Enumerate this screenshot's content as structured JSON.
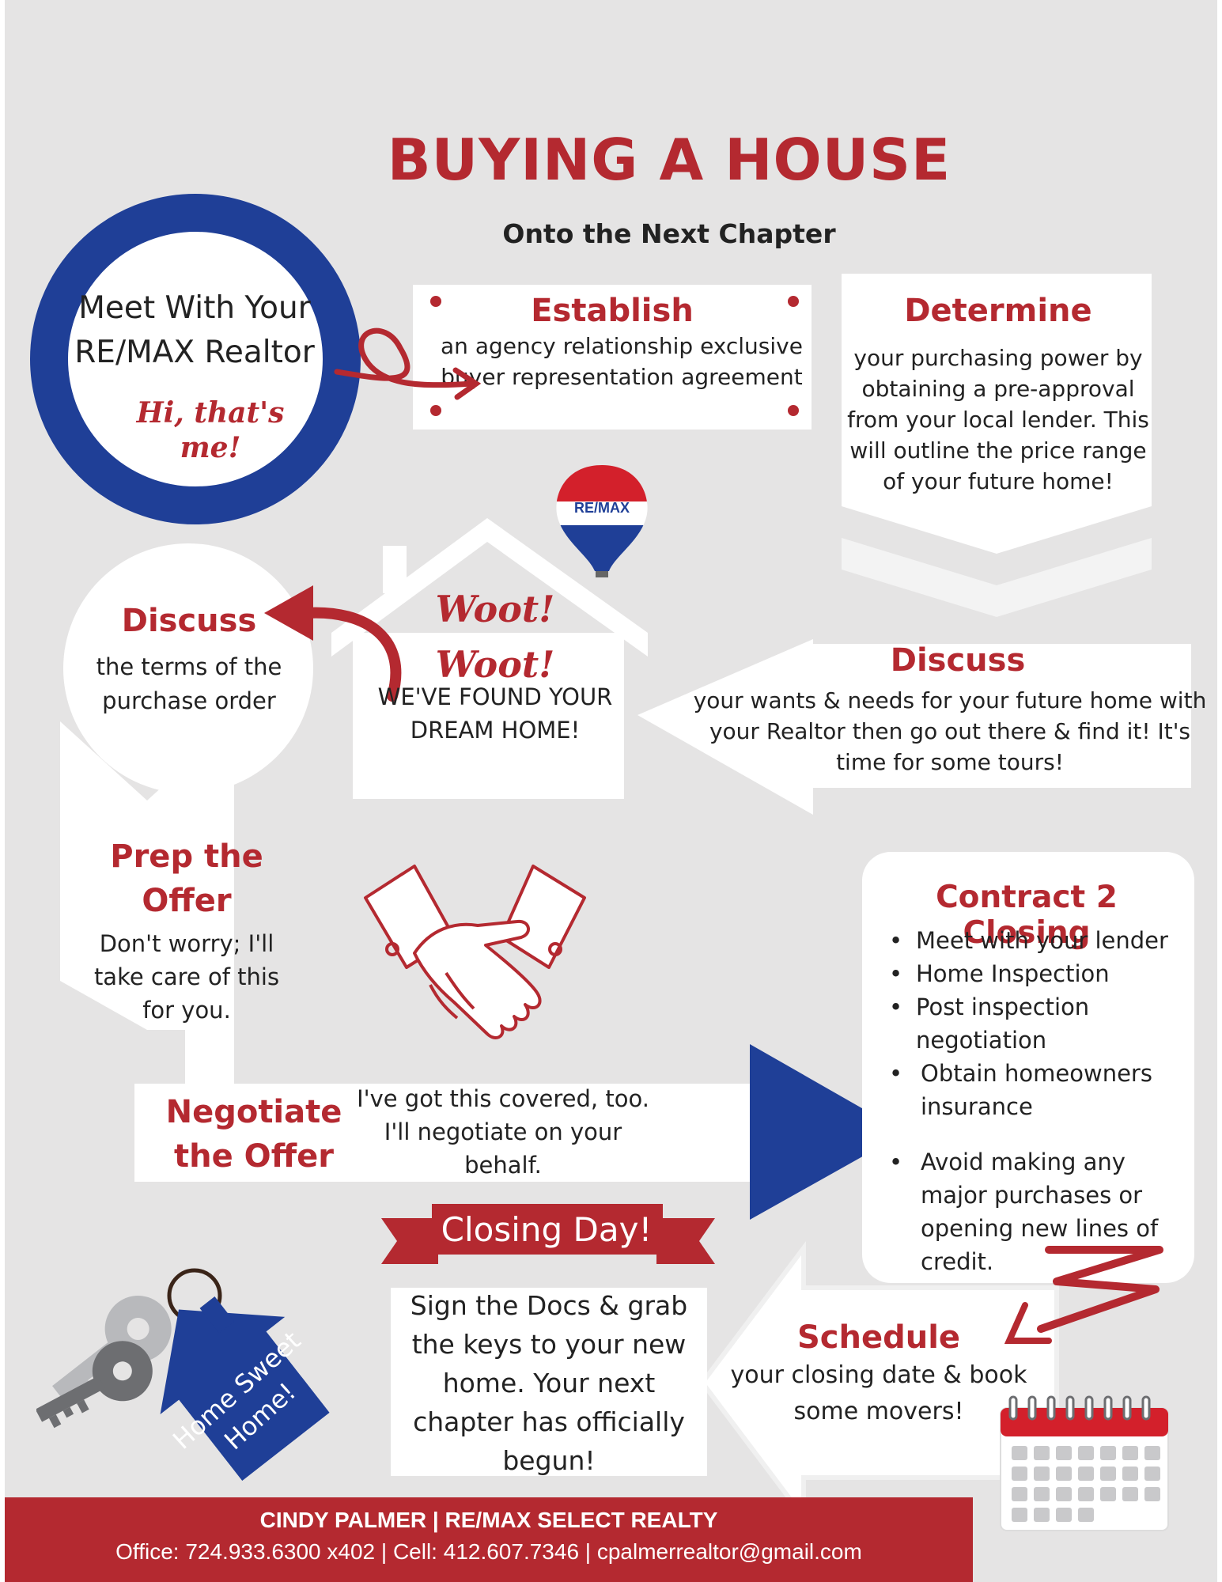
{
  "title": "BUYING A HOUSE",
  "subtitle": "Onto the Next Chapter",
  "meet": {
    "text": "Meet With Your RE/MAX Realtor",
    "greeting": "Hi, that's me!"
  },
  "establish": {
    "title": "Establish",
    "body": "an agency relationship exclusive buyer representation agreement"
  },
  "determine": {
    "title": "Determine",
    "body": "your purchasing power by obtaining a pre-approval from your local lender. This will outline the price range of your future home!"
  },
  "logo": {
    "text": "RE/MAX"
  },
  "discuss_terms": {
    "title": "Discuss",
    "body": "the terms of the purchase order"
  },
  "found": {
    "woot": "Woot! Woot!",
    "body": "WE'VE FOUND YOUR DREAM HOME!"
  },
  "discuss_wants": {
    "title": "Discuss",
    "body": "your wants & needs for your future home with your Realtor then go out there & find it! It's time for some tours!"
  },
  "prep": {
    "title": "Prep the Offer",
    "body": "Don't worry; I'll take care of this for you."
  },
  "negotiate": {
    "title": "Negotiate the Offer",
    "body": "I've got this covered, too. I'll negotiate on your behalf."
  },
  "contract": {
    "title": "Contract 2 Closing",
    "items": [
      "Meet with your lender",
      "Home Inspection",
      "Post inspection negotiation",
      "Obtain homeowners insurance",
      "Avoid making any major purchases or opening new lines of credit."
    ]
  },
  "closing": {
    "banner": "Closing Day!",
    "body": "Sign the Docs & grab the keys to your new home. Your next chapter has officially begun!"
  },
  "keychain": {
    "text": "Home Sweet Home!"
  },
  "schedule": {
    "title": "Schedule",
    "body": "your closing date & book some movers!"
  },
  "footer": {
    "name": "CINDY PALMER | RE/MAX SELECT REALTY",
    "contact": "Office: 724.933.6300 x402 | Cell: 412.607.7346 | cpalmerrealtor@gmail.com"
  },
  "colors": {
    "red": "#b42930",
    "blue": "#1f3f97",
    "background": "#e5e4e4"
  }
}
